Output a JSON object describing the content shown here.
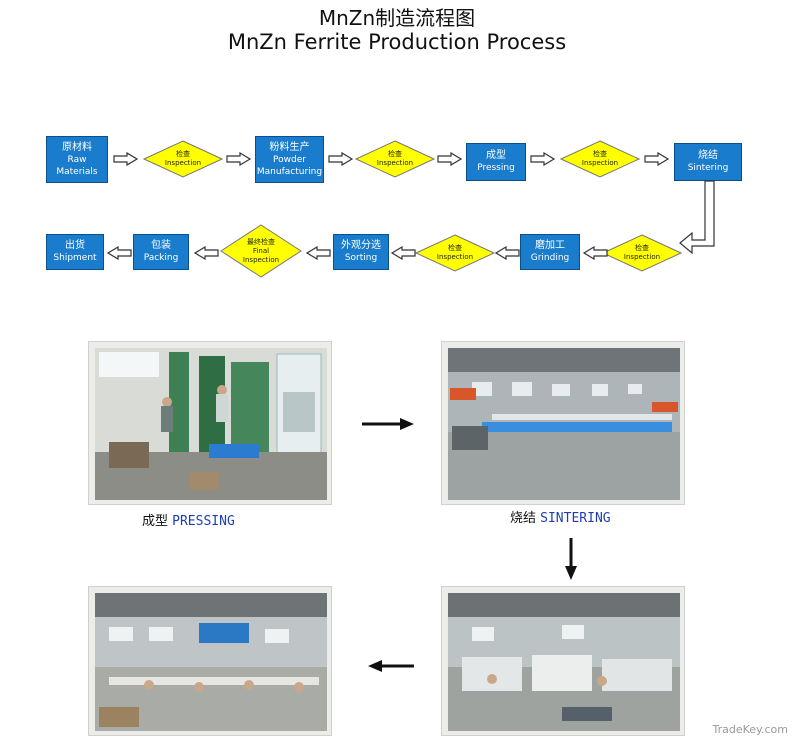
{
  "title": {
    "cn": "MnZn制造流程图",
    "en": "MnZn Ferrite Production Process"
  },
  "flow": {
    "raw": {
      "cn": "原材料",
      "en1": "Raw",
      "en2": "Materials"
    },
    "insp1": {
      "cn": "检查",
      "en": "Inspection"
    },
    "powder": {
      "cn": "粉料生产",
      "en1": "Powder",
      "en2": "Manufacturing"
    },
    "insp2": {
      "cn": "检查",
      "en": "Inspection"
    },
    "press": {
      "cn": "成型",
      "en": "Pressing"
    },
    "insp3": {
      "cn": "检查",
      "en": "Inspection"
    },
    "sinter": {
      "cn": "烧结",
      "en": "Sintering"
    },
    "insp4": {
      "cn": "检查",
      "en": "Inspection"
    },
    "grind": {
      "cn": "磨加工",
      "en": "Grinding"
    },
    "insp5": {
      "cn": "检查",
      "en": "Inspection"
    },
    "sort": {
      "cn": "外观分选",
      "en": "Sorting"
    },
    "final": {
      "cn": "最终检查",
      "en1": "Final",
      "en2": "Inspection"
    },
    "pack": {
      "cn": "包装",
      "en": "Packing"
    },
    "ship": {
      "cn": "出货",
      "en": "Shipment"
    }
  },
  "photos": {
    "pressing": {
      "cn": "成型",
      "en": "PRESSING"
    },
    "sintering": {
      "cn": "烧结",
      "en": "SINTERING"
    }
  },
  "watermark": "TradeKey.com",
  "colors": {
    "box": "#1a7ccd",
    "diamond": "#ffff00",
    "caption_en": "#1f3fb0"
  }
}
